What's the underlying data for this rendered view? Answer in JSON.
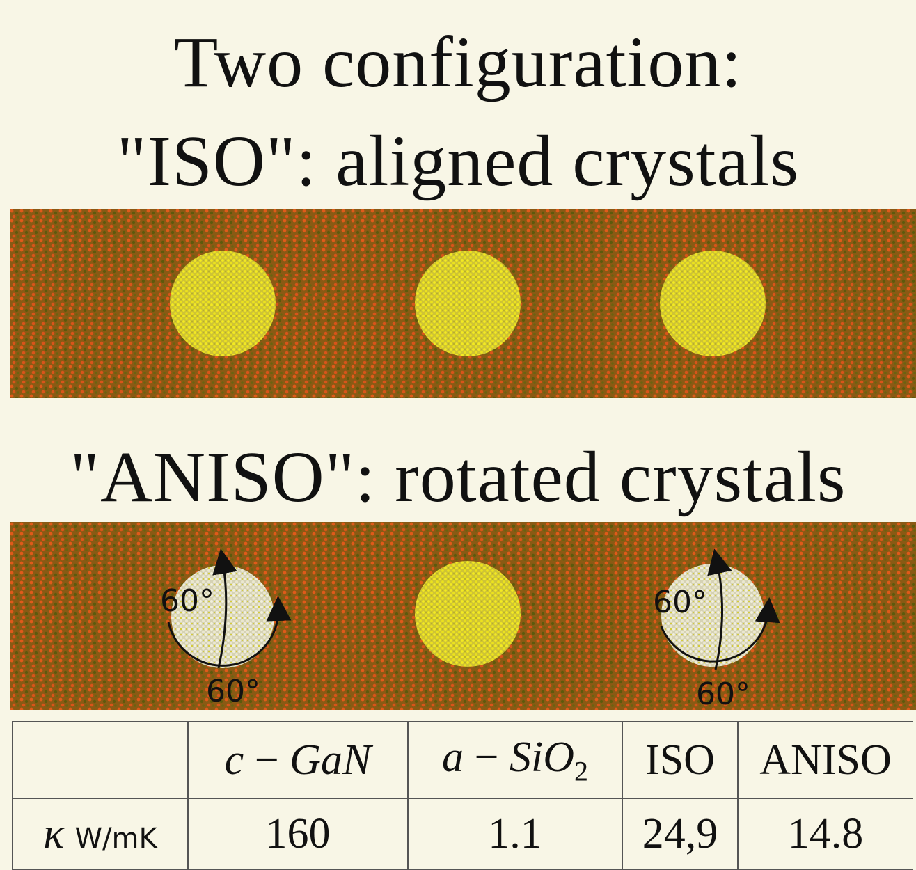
{
  "titles": {
    "line1": "Two configuration:",
    "line2": "\"ISO\": aligned crystals",
    "line3": "\"ANISO\": rotated crystals"
  },
  "rotation_labels": [
    "60°",
    "60°",
    "60°",
    "60°"
  ],
  "colors": {
    "background": "#f8f6e6",
    "matrix": "#8a5a14",
    "matrix_atoms_1": "#e05a1a",
    "matrix_atoms_2": "#5d5a0c",
    "crystal": "#d8cf3a",
    "crystal_atoms": "#f3ea22",
    "rotated_crystal": "#e9e6cf"
  },
  "table": {
    "headers": [
      "",
      "c − GaN",
      "a − SiO2",
      "ISO",
      "ANISO"
    ],
    "header_parts": {
      "c": "c",
      "minus": "−",
      "gan": "GaN",
      "a": "a",
      "sio": "SiO",
      "sub": "2",
      "o": "",
      "iso": "ISO",
      "aniso": "ANISO"
    },
    "row_label_symbol": "κ",
    "row_label_unit": "W/mK",
    "values": [
      "160",
      "1.1",
      "24,9",
      "14.8"
    ]
  }
}
